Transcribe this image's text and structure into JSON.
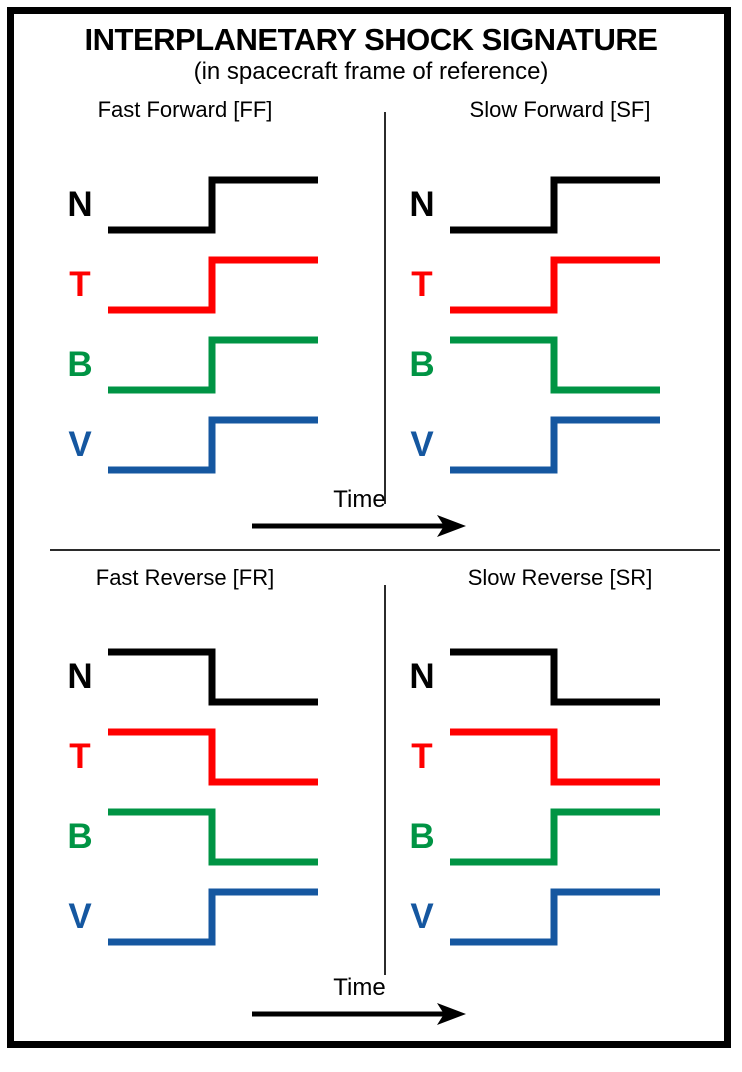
{
  "page": {
    "title": "INTERPLANETARY SHOCK SIGNATURE",
    "subtitle": "(in spacecraft frame of reference)"
  },
  "colors": {
    "N": "#000000",
    "T": "#ff0000",
    "B": "#009444",
    "V": "#1557a0"
  },
  "time_axis_label": "Time",
  "panels": [
    {
      "id": "ff",
      "title": "Fast Forward [FF]",
      "position": "top-left",
      "signals": [
        {
          "label": "N",
          "color_key": "N",
          "step": "up"
        },
        {
          "label": "T",
          "color_key": "T",
          "step": "up"
        },
        {
          "label": "B",
          "color_key": "B",
          "step": "up"
        },
        {
          "label": "V",
          "color_key": "V",
          "step": "up"
        }
      ]
    },
    {
      "id": "sf",
      "title": "Slow Forward [SF]",
      "position": "top-right",
      "signals": [
        {
          "label": "N",
          "color_key": "N",
          "step": "up"
        },
        {
          "label": "T",
          "color_key": "T",
          "step": "up"
        },
        {
          "label": "B",
          "color_key": "B",
          "step": "down"
        },
        {
          "label": "V",
          "color_key": "V",
          "step": "up"
        }
      ]
    },
    {
      "id": "fr",
      "title": "Fast Reverse [FR]",
      "position": "bottom-left",
      "signals": [
        {
          "label": "N",
          "color_key": "N",
          "step": "down"
        },
        {
          "label": "T",
          "color_key": "T",
          "step": "down"
        },
        {
          "label": "B",
          "color_key": "B",
          "step": "down"
        },
        {
          "label": "V",
          "color_key": "V",
          "step": "up"
        }
      ]
    },
    {
      "id": "sr",
      "title": "Slow Reverse [SR]",
      "position": "bottom-right",
      "signals": [
        {
          "label": "N",
          "color_key": "N",
          "step": "down"
        },
        {
          "label": "T",
          "color_key": "T",
          "step": "down"
        },
        {
          "label": "B",
          "color_key": "B",
          "step": "up"
        },
        {
          "label": "V",
          "color_key": "V",
          "step": "up"
        }
      ]
    }
  ]
}
